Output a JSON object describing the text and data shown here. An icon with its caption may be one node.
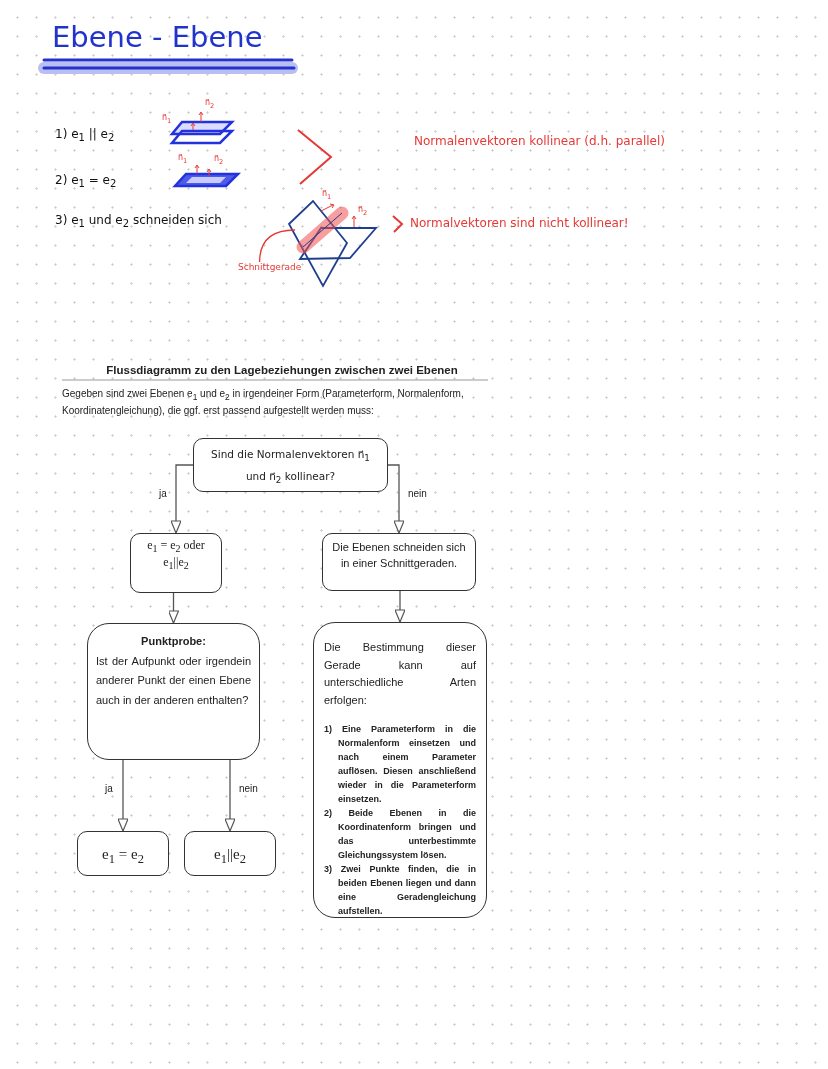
{
  "diagram": {
    "title": "Ebene - Ebene",
    "nodes": [
      {
        "text": [],
        "shape": "bar"
      },
      {
        "text": [
          "Schnittgerade"
        ]
      },
      {
        "text": [
          "Sind die Normalenvektoren n⃗$_{1}$ und n⃗$_{2}$ kollinear?"
        ]
      },
      {
        "text": [
          "e$_{1}$ = e$_{2}$ oder e$_{1}$||e$_{2}$"
        ]
      },
      {
        "text": [
          "Die Ebenen schneiden sich in einer Schnittgeraden."
        ]
      },
      {
        "text": [
          "Punktprobe:",
          "Ist der Aufpunkt oder irgendein anderer Punkt der einen Ebene auch in der anderen enthalten?"
        ]
      },
      {
        "text": [
          "Die Bestimmung dieser Gerade kann auf unterschiedliche Arten erfolgen:",
          "1) Eine Parameterform in die Normalenform einsetzen und nach einem Parameter auflösen. Diesen anschließend wieder in die Parameterform einsetzen.",
          "2) Beide Ebenen in die Koordinatenform bringen und das unterbestimmte Gleichungssystem lösen.",
          "3) Zwei Punkte finden, die in beiden Ebenen liegen und dann eine Geradengleichung aufstellen."
        ]
      },
      {
        "text": [
          "e$_{1}$ = e$_{2}$"
        ]
      },
      {
        "text": [
          "e$_{1}$||e$_{2}$"
        ]
      }
    ],
    "edges": [
      {
        "from": 1,
        "to": 0,
        "arrow": "none",
        "color": "#e53935"
      },
      {
        "from": 2,
        "to": 3,
        "arrow": "to",
        "label": "ja"
      },
      {
        "from": 2,
        "to": 4,
        "arrow": "to",
        "label": "nein"
      },
      {
        "from": 3,
        "to": 5,
        "arrow": "to"
      },
      {
        "from": 4,
        "to": 6,
        "arrow": "to"
      },
      {
        "from": 5,
        "to": 7,
        "arrow": "to",
        "label": "ja"
      },
      {
        "from": 5,
        "to": 8,
        "arrow": "to",
        "label": "nein"
      }
    ],
    "labels": [
      "1) e$_{1}$ || e$_{2}$",
      "n⃗$_{2}$",
      "n⃗$_{1}$",
      "Normalenvektoren kollinear (d.h. parallel)",
      "2) e$_{1}$ = e$_{2}$",
      "n⃗$_{1}$",
      "n⃗$_{2}$",
      "3) e$_{1}$ und e$_{2}$ schneiden sich",
      "n⃗$_{1}$",
      "n⃗$_{2}$",
      "Normalvektoren sind nicht kollinear!",
      "Flussdiagramm zu den Lagebeziehungen zwischen zwei Ebenen",
      "Gegeben sind zwei Ebenen e$_{1}$ und e$_{2}$ in irgendeiner Form (Parameterform, Normalenform, Koordinatengleichung), die ggf. erst passend aufgestellt werden muss:"
    ]
  }
}
